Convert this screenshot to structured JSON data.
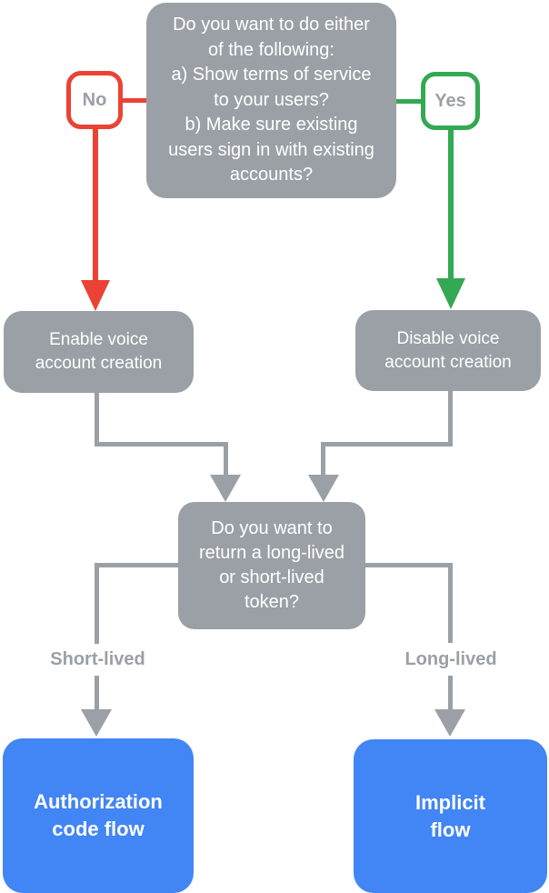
{
  "colors": {
    "gray": "#9AA0A6",
    "red": "#EA4335",
    "green": "#34A853",
    "blue": "#4285F4",
    "label_text": "#9AA0A6",
    "node_text": "#FFFFFF",
    "background": "#FFFFFF"
  },
  "nodes": {
    "question_terms": "Do you want to do either\nof the following:\na) Show terms of service\nto your users?\nb) Make sure existing\nusers sign in with existing\naccounts?",
    "no_badge": "No",
    "yes_badge": "Yes",
    "enable_voice": "Enable voice\naccount creation",
    "disable_voice": "Disable voice\naccount creation",
    "question_token": "Do you want to\nreturn a long-lived\nor short-lived\ntoken?",
    "short_lived_label": "Short-lived",
    "long_lived_label": "Long-lived",
    "authorization_code_flow": "Authorization\ncode flow",
    "implicit_flow": "Implicit\nflow"
  }
}
